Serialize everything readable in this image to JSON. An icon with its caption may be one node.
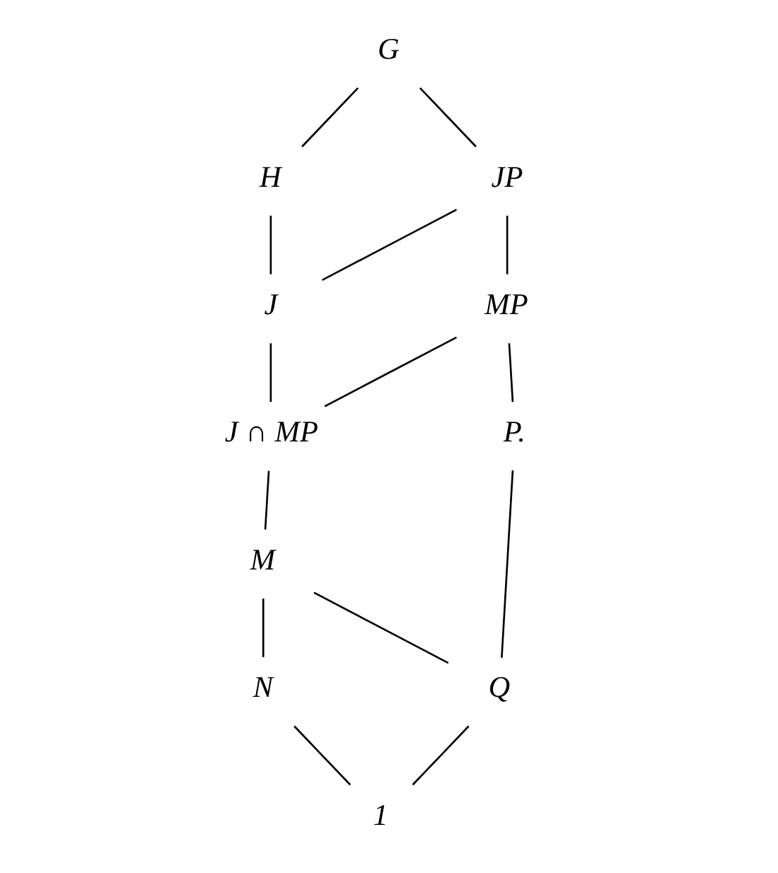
{
  "diagram": {
    "nodes": [
      {
        "text": [
          "G"
        ]
      },
      {
        "text": [
          "H"
        ]
      },
      {
        "text": [
          "JP"
        ]
      },
      {
        "text": [
          "J"
        ]
      },
      {
        "text": [
          "MP"
        ]
      },
      {
        "text": [
          "J ∩ MP"
        ]
      },
      {
        "text": [
          "P."
        ]
      },
      {
        "text": [
          "M"
        ]
      },
      {
        "text": [
          "N"
        ]
      },
      {
        "text": [
          "Q"
        ]
      },
      {
        "text": [
          "1"
        ]
      }
    ],
    "edges": [
      {
        "from": 0,
        "to": 1,
        "arrow": "none"
      },
      {
        "from": 0,
        "to": 2,
        "arrow": "none"
      },
      {
        "from": 1,
        "to": 3,
        "arrow": "none"
      },
      {
        "from": 2,
        "to": 3,
        "arrow": "none"
      },
      {
        "from": 2,
        "to": 4,
        "arrow": "none"
      },
      {
        "from": 3,
        "to": 5,
        "arrow": "none"
      },
      {
        "from": 4,
        "to": 5,
        "arrow": "none"
      },
      {
        "from": 4,
        "to": 6,
        "arrow": "none"
      },
      {
        "from": 5,
        "to": 7,
        "arrow": "none"
      },
      {
        "from": 7,
        "to": 8,
        "arrow": "none"
      },
      {
        "from": 7,
        "to": 9,
        "arrow": "none"
      },
      {
        "from": 6,
        "to": 9,
        "arrow": "none"
      },
      {
        "from": 8,
        "to": 10,
        "arrow": "none"
      },
      {
        "from": 9,
        "to": 10,
        "arrow": "none"
      }
    ]
  }
}
